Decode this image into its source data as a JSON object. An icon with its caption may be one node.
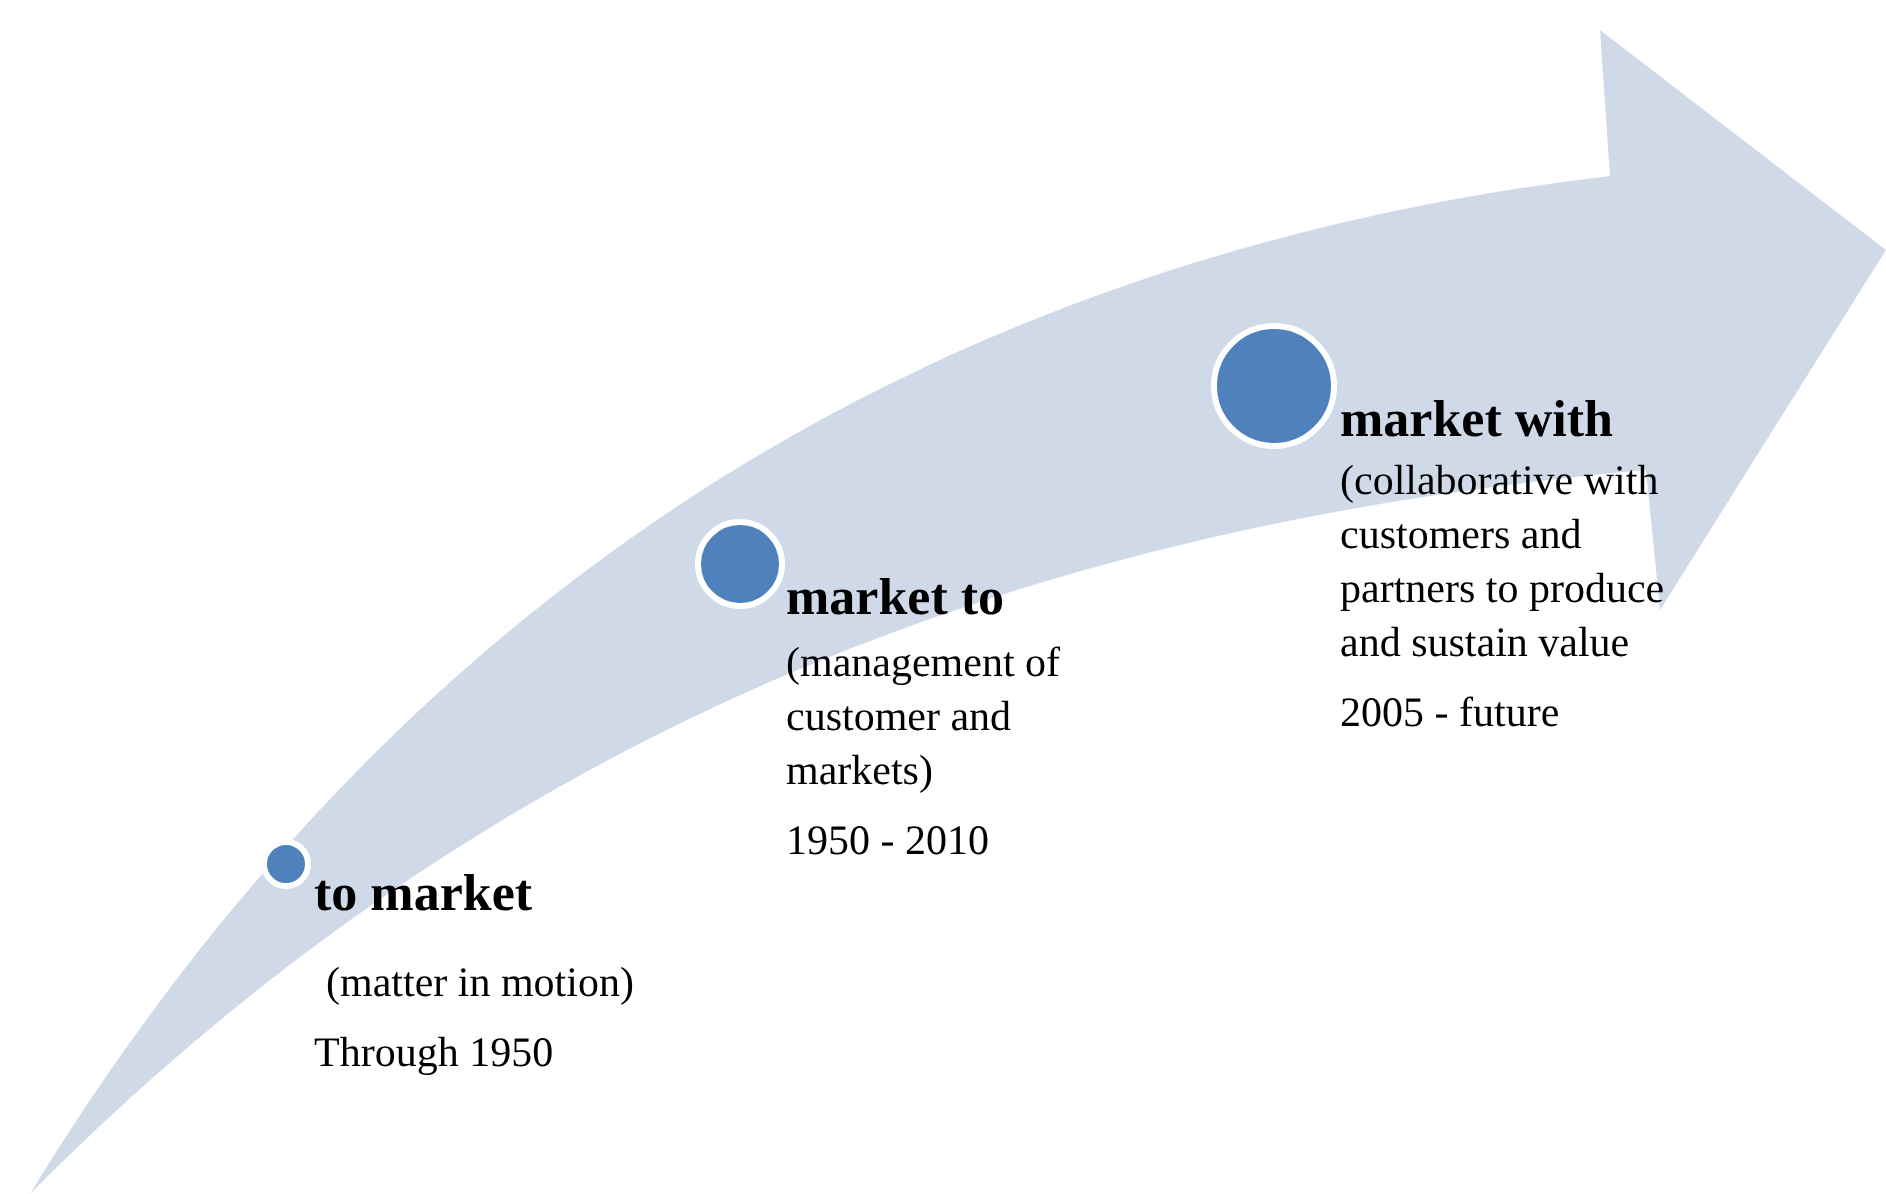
{
  "diagram": {
    "nodes": [
      {
        "text": [
          "to market",
          "(matter in motion)",
          "Through 1950"
        ]
      },
      {
        "text": [
          "market to",
          "(management of customer and markets)",
          "1950 - 2010"
        ]
      },
      {
        "text": [
          "market with",
          "(collaborative with customers and partners to produce and sustain value",
          "2005 - future"
        ]
      }
    ]
  }
}
